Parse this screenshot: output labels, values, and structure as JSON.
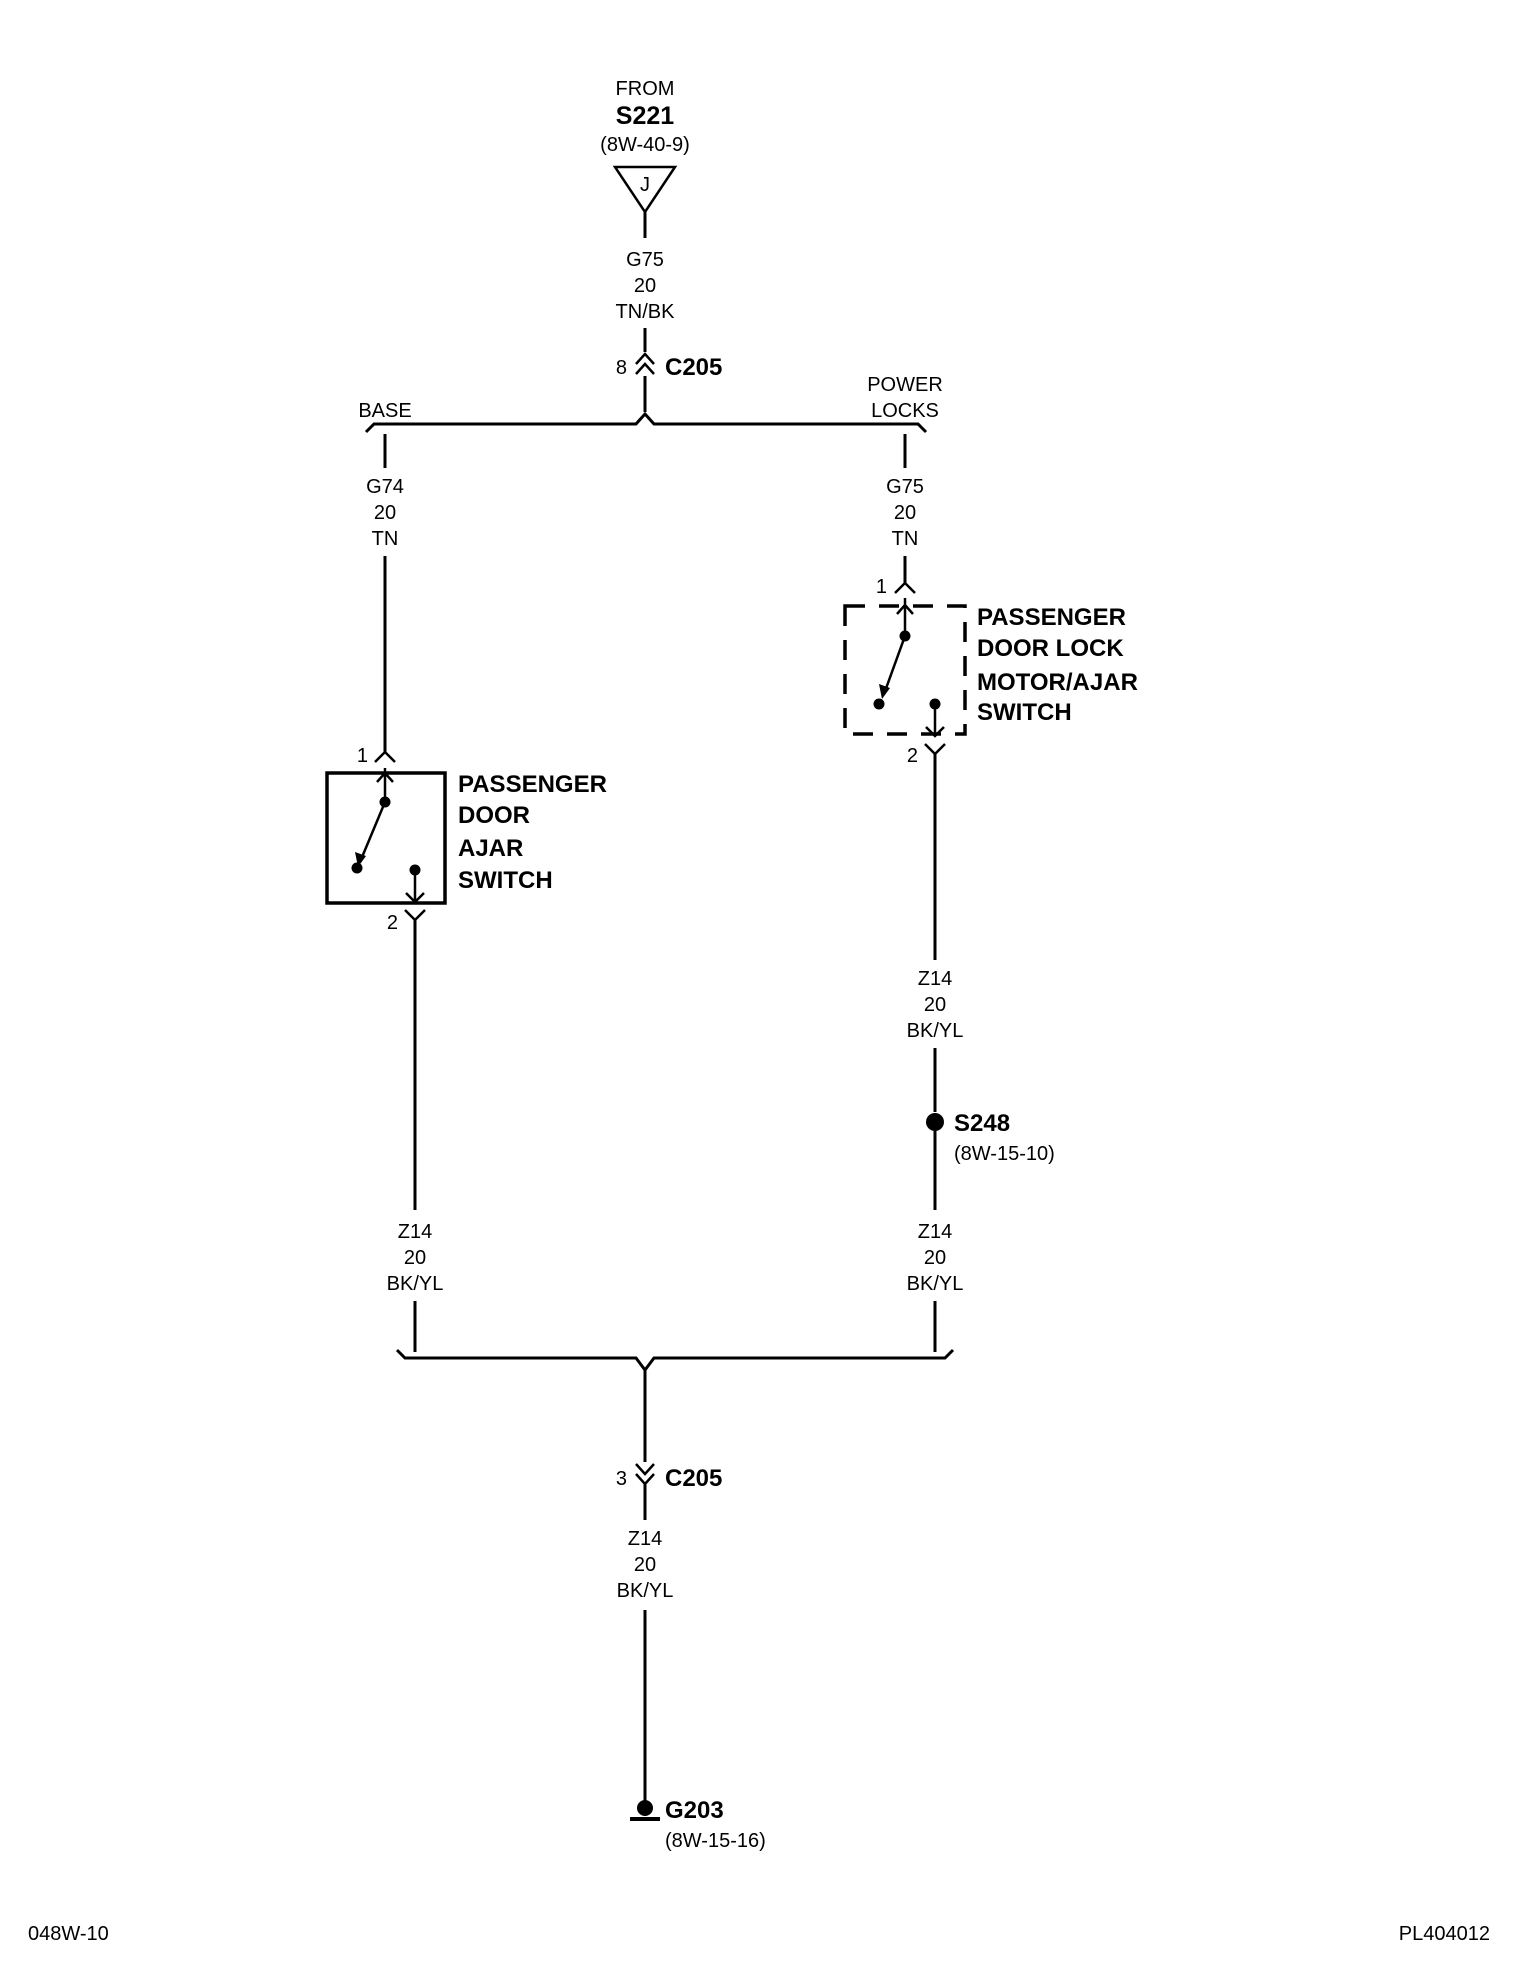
{
  "source": {
    "from_label": "FROM",
    "splice": "S221",
    "ref": "(8W-40-9)",
    "pin": "J"
  },
  "wires": {
    "top": {
      "circuit": "G75",
      "gauge": "20",
      "color": "TN/BK"
    },
    "base": {
      "circuit": "G74",
      "gauge": "20",
      "color": "TN"
    },
    "power": {
      "circuit": "G75",
      "gauge": "20",
      "color": "TN"
    },
    "left_lower": {
      "circuit": "Z14",
      "gauge": "20",
      "color": "BK/YL"
    },
    "right_mid": {
      "circuit": "Z14",
      "gauge": "20",
      "color": "BK/YL"
    },
    "right_lower": {
      "circuit": "Z14",
      "gauge": "20",
      "color": "BK/YL"
    },
    "bottom": {
      "circuit": "Z14",
      "gauge": "20",
      "color": "BK/YL"
    }
  },
  "connectors": {
    "top": {
      "name": "C205",
      "pin": "8"
    },
    "bottom": {
      "name": "C205",
      "pin": "3"
    }
  },
  "options": {
    "base": "BASE",
    "power_line1": "POWER",
    "power_line2": "LOCKS"
  },
  "switch_left": {
    "name_lines": [
      "PASSENGER",
      "DOOR",
      "AJAR",
      "SWITCH"
    ],
    "pin_top": "1",
    "pin_bottom": "2"
  },
  "switch_right": {
    "name_lines": [
      "PASSENGER",
      "DOOR LOCK",
      "MOTOR/AJAR",
      "SWITCH"
    ],
    "pin_top": "1",
    "pin_bottom": "2"
  },
  "splice_s248": {
    "name": "S248",
    "ref": "(8W-15-10)"
  },
  "ground": {
    "name": "G203",
    "ref": "(8W-15-16)"
  },
  "footer": {
    "left": "048W-10",
    "right": "PL404012"
  }
}
